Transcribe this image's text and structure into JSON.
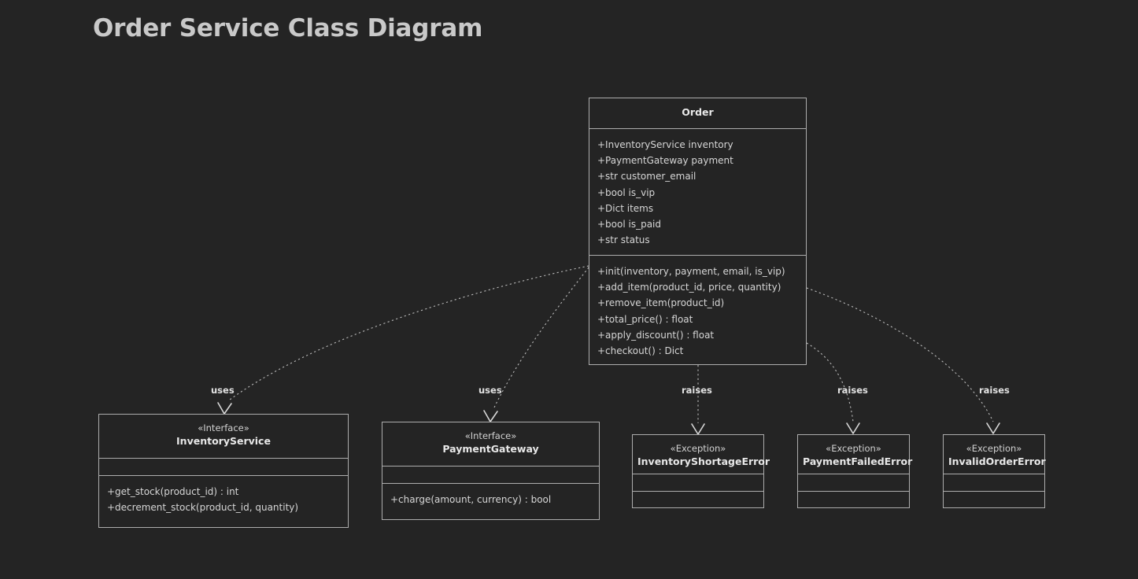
{
  "title": "Order Service Class Diagram",
  "theme": {
    "background": "#242424",
    "border": "#adadad",
    "text": "#d6d6d6",
    "title_color": "#c9c9c9",
    "edge": "#b9b9b9"
  },
  "classes": {
    "order": {
      "name": "Order",
      "stereotype": "",
      "attributes": [
        "+InventoryService inventory",
        "+PaymentGateway payment",
        "+str customer_email",
        "+bool is_vip",
        "+Dict items",
        "+bool is_paid",
        "+str status"
      ],
      "methods": [
        "+init(inventory, payment, email, is_vip)",
        "+add_item(product_id, price, quantity)",
        "+remove_item(product_id)",
        "+total_price() : float",
        "+apply_discount() : float",
        "+checkout() : Dict"
      ]
    },
    "inventory_service": {
      "name": "InventoryService",
      "stereotype": "«Interface»",
      "attributes": [],
      "methods": [
        "+get_stock(product_id) : int",
        "+decrement_stock(product_id, quantity)"
      ]
    },
    "payment_gateway": {
      "name": "PaymentGateway",
      "stereotype": "«Interface»",
      "attributes": [],
      "methods": [
        "+charge(amount, currency) : bool"
      ]
    },
    "inventory_shortage_error": {
      "name": "InventoryShortageError",
      "stereotype": "«Exception»",
      "attributes": [],
      "methods": []
    },
    "payment_failed_error": {
      "name": "PaymentFailedError",
      "stereotype": "«Exception»",
      "attributes": [],
      "methods": []
    },
    "invalid_order_error": {
      "name": "InvalidOrderError",
      "stereotype": "«Exception»",
      "attributes": [],
      "methods": []
    }
  },
  "edges": [
    {
      "from": "Order",
      "to": "InventoryService",
      "label": "uses"
    },
    {
      "from": "Order",
      "to": "PaymentGateway",
      "label": "uses"
    },
    {
      "from": "Order",
      "to": "InventoryShortageError",
      "label": "raises"
    },
    {
      "from": "Order",
      "to": "PaymentFailedError",
      "label": "raises"
    },
    {
      "from": "Order",
      "to": "InvalidOrderError",
      "label": "raises"
    }
  ]
}
